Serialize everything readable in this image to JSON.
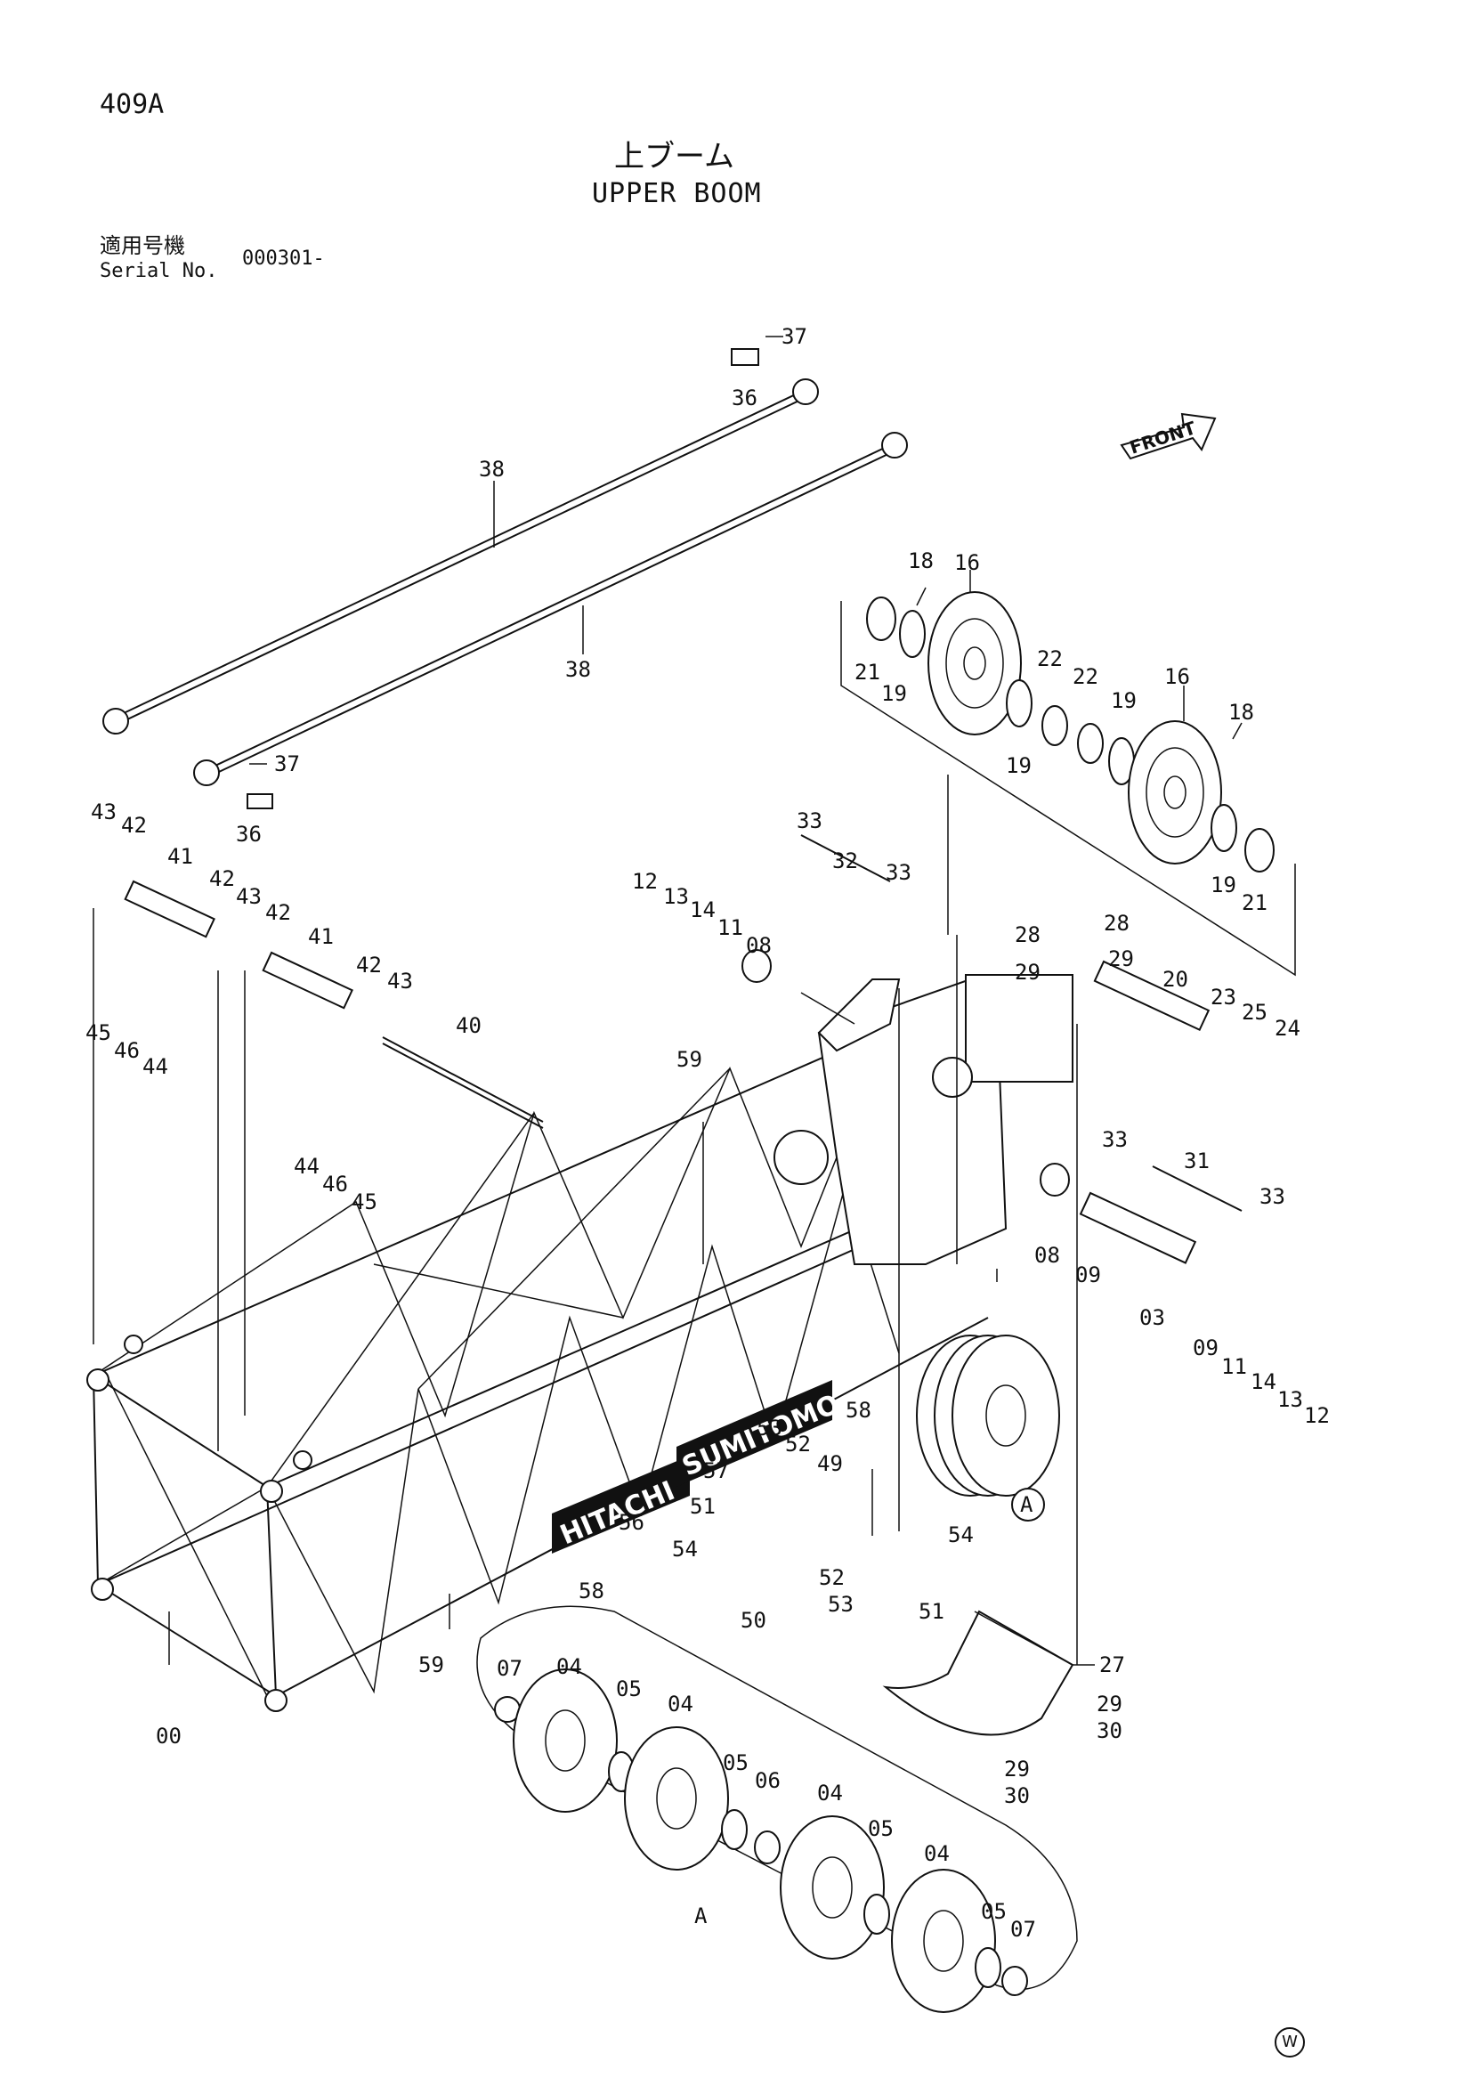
{
  "page_number": "409A",
  "title_jp": "上ブーム",
  "title_en": "UPPER BOOM",
  "serial_label_jp": "適用号機",
  "serial_label_en": "Serial No.",
  "serial_value": "000301-",
  "front_label": "FRONT",
  "brand_left": "HITACHI",
  "brand_right": "SUMITOMO",
  "detail_ref": "A",
  "detail_label": "A",
  "watermark": "W",
  "part_labels": {
    "p00": "00",
    "p03": "03",
    "p04a": "04",
    "p04b": "04",
    "p04c": "04",
    "p04d": "04",
    "p05a": "05",
    "p05b": "05",
    "p05c": "05",
    "p05d": "05",
    "p06": "06",
    "p07a": "07",
    "p07b": "07",
    "p08a": "08",
    "p08b": "08",
    "p09a": "09",
    "p09b": "09",
    "p11a": "11",
    "p11b": "11",
    "p12a": "12",
    "p12b": "12",
    "p13a": "13",
    "p13b": "13",
    "p14a": "14",
    "p14b": "14",
    "p16a": "16",
    "p16b": "16",
    "p18a": "18",
    "p18b": "18",
    "p19a": "19",
    "p19b": "19",
    "p19c": "19",
    "p19d": "19",
    "p20": "20",
    "p21a": "21",
    "p21b": "21",
    "p22a": "22",
    "p22b": "22",
    "p23": "23",
    "p24": "24",
    "p25": "25",
    "p27": "27",
    "p28a": "28",
    "p28b": "28",
    "p29a": "29",
    "p29b": "29",
    "p29c": "29",
    "p29d": "29",
    "p30a": "30",
    "p30b": "30",
    "p31": "31",
    "p32": "32",
    "p33a": "33",
    "p33b": "33",
    "p33c": "33",
    "p33d": "33",
    "p36a": "36",
    "p36b": "36",
    "p37a": "37",
    "p37b": "37",
    "p38a": "38",
    "p38b": "38",
    "p40": "40",
    "p41a": "41",
    "p41b": "41",
    "p42a": "42",
    "p42b": "42",
    "p42c": "42",
    "p42d": "42",
    "p43a": "43",
    "p43b": "43",
    "p43c": "43",
    "p44a": "44",
    "p44b": "44",
    "p45a": "45",
    "p45b": "45",
    "p46a": "46",
    "p46b": "46",
    "p49": "49",
    "p50": "50",
    "p51a": "51",
    "p51b": "51",
    "p52a": "52",
    "p52b": "52",
    "p53a": "53",
    "p53b": "53",
    "p54a": "54",
    "p54b": "54",
    "p56": "56",
    "p57": "57",
    "p58a": "58",
    "p58b": "58",
    "p59a": "59",
    "p59b": "59"
  }
}
